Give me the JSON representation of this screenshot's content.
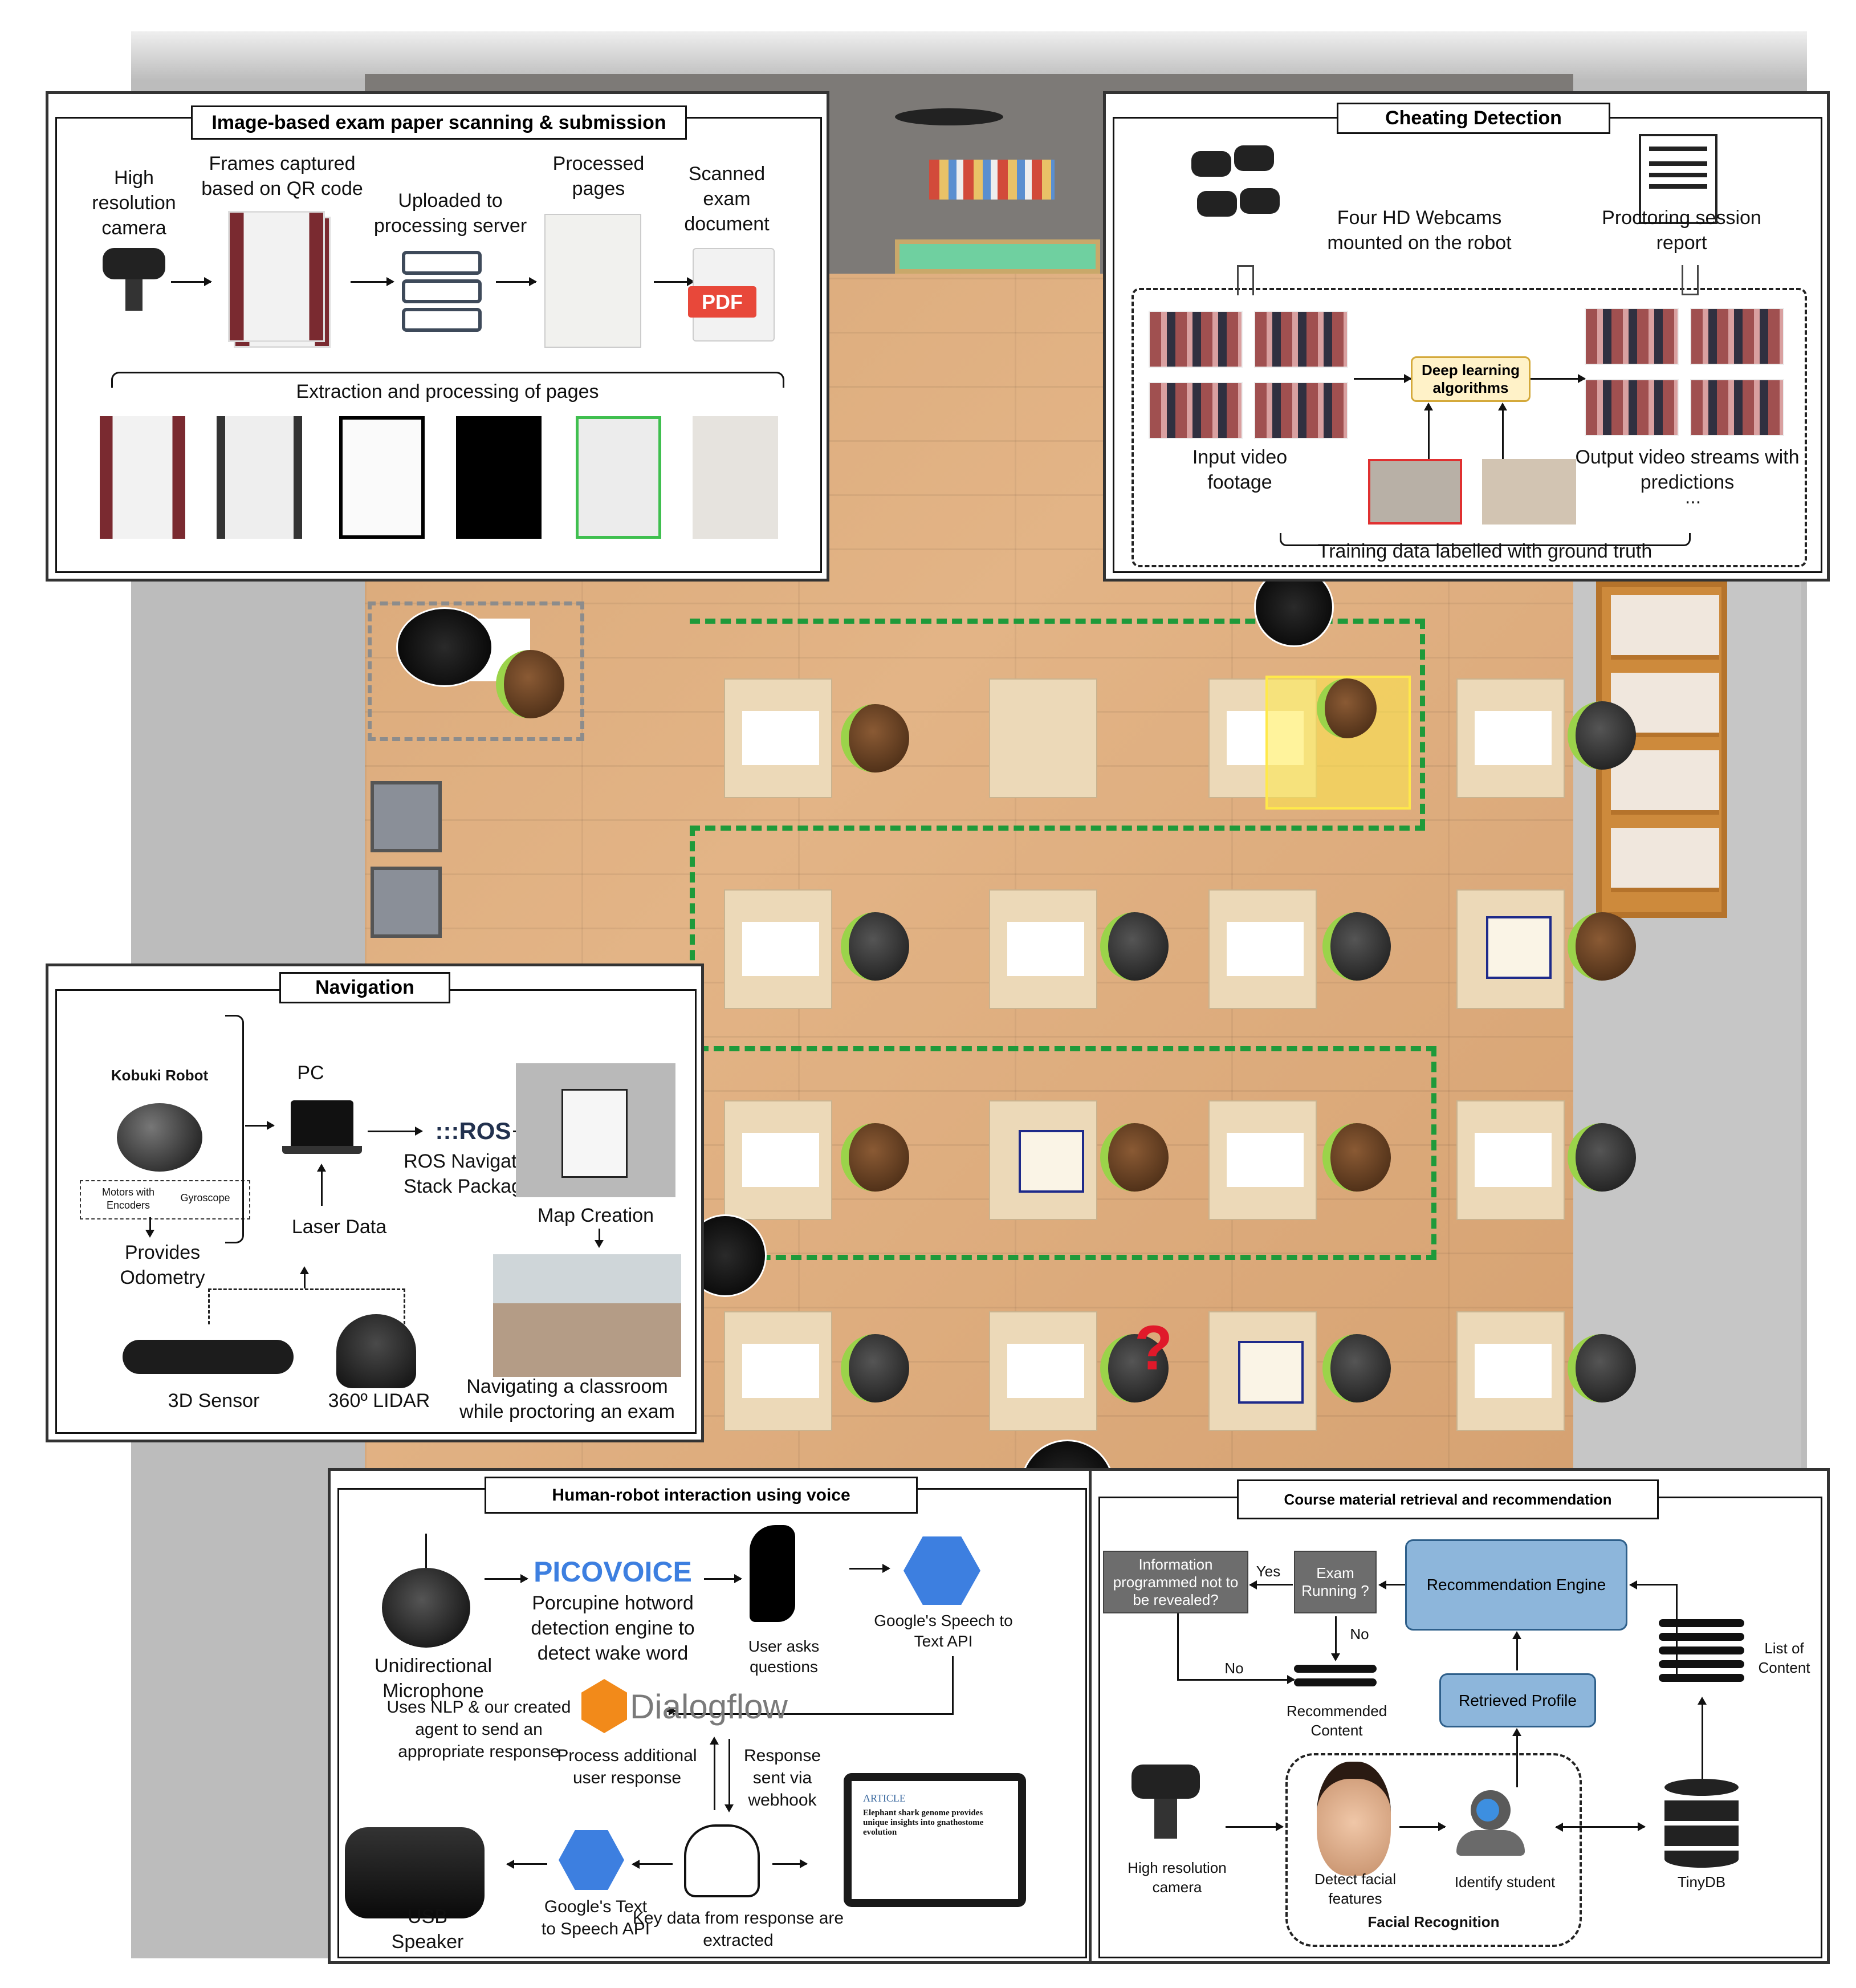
{
  "scan_panel": {
    "title": "Image-based exam paper scanning & submission",
    "camera_label": "High resolution camera",
    "frames_label": "Frames captured based on QR code",
    "server_label": "Uploaded to processing server",
    "processed_label": "Processed pages",
    "scanned_label": "Scanned exam document",
    "pdf_text": "PDF",
    "extraction_label": "Extraction and processing of pages"
  },
  "cheating_panel": {
    "title": "Cheating Detection",
    "webcams_label": "Four HD Webcams mounted on the robot",
    "report_label": "Proctoring session report",
    "dl_label": "Deep learning algorithms",
    "input_label": "Input video footage",
    "output_label": "Output video streams with predictions",
    "ellipsis": "...",
    "training_label": "Training data labelled with ground truth"
  },
  "navigation_panel": {
    "title": "Navigation",
    "kobuki_label": "Kobuki Robot",
    "motors_label": "Motors with Encoders",
    "gyro_label": "Gyroscope",
    "pc_label": "PC",
    "ros_logo": ":::ROS",
    "ros_label": "ROS Navigation Stack Packages",
    "map_label": "Map Creation",
    "odometry_label": "Provides Odometry",
    "laser_label": "Laser Data",
    "sensor_label": "3D Sensor",
    "lidar_label": "360º LIDAR",
    "classroom_label": "Navigating a classroom while proctoring an exam"
  },
  "voice_panel": {
    "title": "Human-robot interaction using voice",
    "mic_label": "Unidirectional Microphone",
    "picovoice_logo": "PICOVOICE",
    "porcupine_label": "Porcupine hotword detection engine to detect wake word",
    "user_asks_label": "User asks questions",
    "stt_label": "Google's Speech to Text API",
    "nlp_label": "Uses NLP & our created agent to send an appropriate response",
    "dialogflow_logo": "Dialogflow",
    "process_label": "Process additional user response",
    "webhook_label": "Response sent via webhook",
    "speaker_label": "USB Speaker",
    "tts_label": "Google's Text to Speech API",
    "keydata_label": "Key data from response are extracted",
    "article_heading": "ARTICLE",
    "article_title": "Elephant shark genome provides unique insights into gnathostome evolution"
  },
  "course_panel": {
    "title": "Course material retrieval and recommendation",
    "info_label": "Information programmed not to be revealed?",
    "yes_label": "Yes",
    "exam_label": "Exam Running ?",
    "no_label_1": "No",
    "no_label_2": "No",
    "engine_label": "Recommendation Engine",
    "retrieved_label": "Retrieved Profile",
    "recommended_label": "Recommended Content",
    "list_label": "List of Content",
    "camera_label": "High resolution camera",
    "detect_label": "Detect facial features",
    "identify_label": "Identify student",
    "facial_label": "Facial Recognition",
    "db_label": "TinyDB"
  },
  "colors": {
    "floor": "#dcab7c",
    "green_dash": "#1e9a3a",
    "engine_blue": "#8db6db",
    "pdf_red": "#e8483a",
    "picovoice_blue": "#3d7fe0",
    "dialogflow_orange": "#f28a1a",
    "highlight_yellow": "#ffe94a"
  }
}
